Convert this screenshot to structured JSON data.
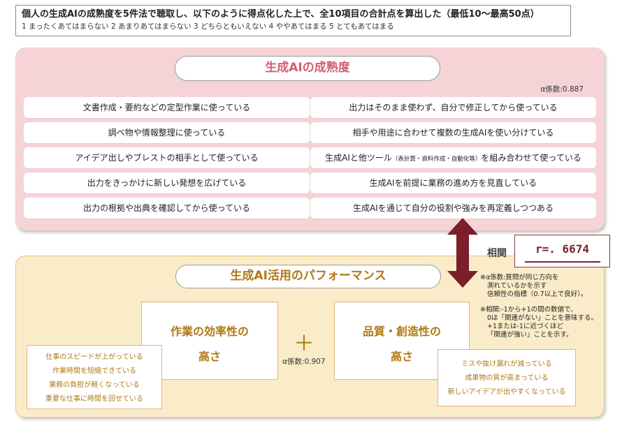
{
  "header": {
    "title": "個人の生成AIの成熟度を5件法で聴取し、以下のように得点化した上で、全10項目の合計点を算出した（最低10～最高50点）",
    "scale": "1 まったくあてはまらない 2 あまりあてはまらない 3 どちらともいえない 4 ややあてはまる 5 とてもあてはまる"
  },
  "maturity": {
    "title": "生成AIの成熟度",
    "alpha": "α係数:0.887",
    "left_items": [
      "文書作成・要約などの定型作業に使っている",
      "調べ物や情報整理に使っている",
      "アイデア出しやブレストの相手として使っている",
      "出力をきっかけに新しい発想を広げている",
      "出力の根拠や出典を確認してから使っている"
    ],
    "right_items": [
      "出力はそのまま使わず、自分で修正してから使っている",
      "相手や用途に合わせて複数の生成AIを使い分けている",
      {
        "pre": "生成AIと他ツール",
        "small": "（表計算・資料作成・自動化等）",
        "post": "を組み合わせて使っている"
      },
      "生成AIを前提に業務の進め方を見直している",
      "生成AIを通じて自分の役割や強みを再定義しつつある"
    ]
  },
  "performance": {
    "title": "生成AI活用のパフォーマンス",
    "alpha": "α係数:0.907",
    "plus": "＋",
    "efficiency": {
      "line1": "作業の効率性の",
      "line2": "高さ",
      "items": [
        "仕事のスピードが上がっている",
        "作業時間を短縮できている",
        "業務の負担が軽くなっている",
        "重要な仕事に時間を回せている"
      ]
    },
    "quality": {
      "line1": "品質・創造性の",
      "line2": "高さ",
      "items": [
        "ミスや抜け漏れが減っている",
        "成果物の質が高まっている",
        "新しいアイデアが出やすくなっている"
      ]
    }
  },
  "correlation": {
    "label": "相関",
    "value": "r=. 6674"
  },
  "notes": {
    "alpha": [
      "※α係数:質問が同じ方向を",
      "測れているかを示す",
      "信頼性の指標（0.7以上で良好）。"
    ],
    "corr": [
      "※相関:-1から+1の間の数値で、",
      "0は「関連がない」ことを意味する。",
      "+1または-1に近づくほど",
      "「関連が強い」ことを示す。"
    ]
  },
  "colors": {
    "pink_panel": "#f5d3d6",
    "pink_title": "#d05f78",
    "yellow_panel": "#fbecc9",
    "gold_text": "#b07914",
    "arrow": "#7b1f2b"
  }
}
